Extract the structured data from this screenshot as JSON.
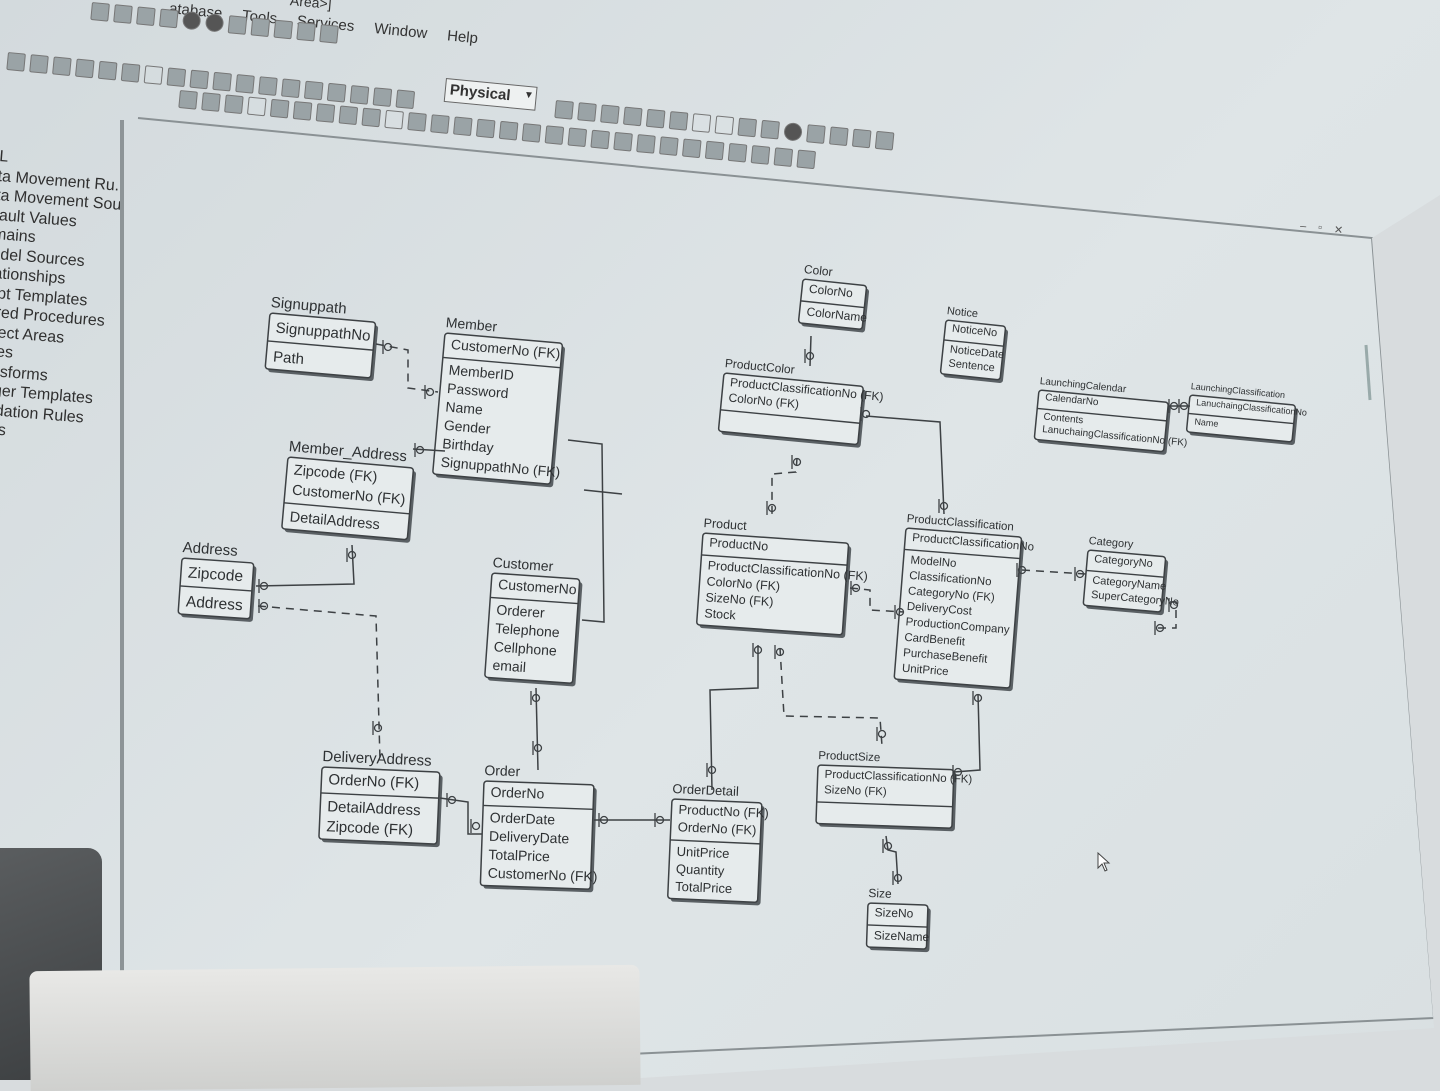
{
  "app": {
    "title_fragment": "Area>]",
    "menu": [
      "atabase",
      "Tools",
      "Services",
      "Window",
      "Help"
    ],
    "model_view": "Physical"
  },
  "explorer": {
    "items": [
      "L",
      "ta Movement Ru...",
      "ta Movement Sour",
      "fault Values",
      "mains",
      "odel Sources",
      "lationships",
      "ript Templates",
      "ored Procedures",
      "bject Areas",
      "bles",
      "ansforms",
      "igger Templates",
      "alidation Rules",
      "ews"
    ]
  },
  "diagram": {
    "entities": [
      {
        "name": "Signuppath",
        "keys": [
          "SignuppathNo"
        ],
        "attrs": [
          "Path"
        ]
      },
      {
        "name": "Member",
        "keys": [
          "CustomerNo (FK)"
        ],
        "attrs": [
          "MemberID",
          "Password",
          "Name",
          "Gender",
          "Birthday",
          "SignuppathNo (FK)"
        ]
      },
      {
        "name": "Member_Address",
        "keys": [
          "Zipcode (FK)",
          "CustomerNo (FK)"
        ],
        "attrs": [
          "DetailAddress"
        ]
      },
      {
        "name": "Address",
        "keys": [
          "Zipcode"
        ],
        "attrs": [
          "Address"
        ]
      },
      {
        "name": "Customer",
        "keys": [
          "CustomerNo"
        ],
        "attrs": [
          "Orderer",
          "Telephone",
          "Cellphone",
          "email"
        ]
      },
      {
        "name": "DeliveryAddress",
        "keys": [
          "OrderNo (FK)"
        ],
        "attrs": [
          "DetailAddress",
          "Zipcode (FK)"
        ]
      },
      {
        "name": "Order",
        "keys": [
          "OrderNo"
        ],
        "attrs": [
          "OrderDate",
          "DeliveryDate",
          "TotalPrice",
          "CustomerNo (FK)"
        ]
      },
      {
        "name": "OrderDetail",
        "keys": [
          "ProductNo (FK)",
          "OrderNo (FK)"
        ],
        "attrs": [
          "UnitPrice",
          "Quantity",
          "TotalPrice"
        ]
      },
      {
        "name": "Color",
        "keys": [
          "ColorNo"
        ],
        "attrs": [
          "ColorName"
        ]
      },
      {
        "name": "ProductColor",
        "keys": [
          "ProductClassificationNo (FK)",
          "ColorNo (FK)"
        ],
        "attrs": []
      },
      {
        "name": "Product",
        "keys": [
          "ProductNo"
        ],
        "attrs": [
          "ProductClassificationNo (FK)",
          "ColorNo (FK)",
          "SizeNo (FK)",
          "Stock"
        ]
      },
      {
        "name": "ProductClassification",
        "keys": [
          "ProductClassificationNo"
        ],
        "attrs": [
          "ModelNo",
          "ClassificationNo",
          "CategoryNo (FK)",
          "DeliveryCost",
          "ProductionCompany",
          "CardBenefit",
          "PurchaseBenefit",
          "UnitPrice"
        ]
      },
      {
        "name": "ProductSize",
        "keys": [
          "ProductClassificationNo (FK)",
          "SizeNo (FK)"
        ],
        "attrs": []
      },
      {
        "name": "Size",
        "keys": [
          "SizeNo"
        ],
        "attrs": [
          "SizeName"
        ]
      },
      {
        "name": "Notice",
        "keys": [
          "NoticeNo"
        ],
        "attrs": [
          "NoticeDate",
          "Sentence"
        ]
      },
      {
        "name": "LaunchingCalendar",
        "keys": [
          "CalendarNo"
        ],
        "attrs": [
          "Contents",
          "LanuchaingClassificationNo (FK)"
        ]
      },
      {
        "name": "LaunchingClassification",
        "keys": [
          "LanuchaingClassificationNo"
        ],
        "attrs": [
          "Name"
        ]
      },
      {
        "name": "Category",
        "keys": [
          "CategoryNo"
        ],
        "attrs": [
          "CategoryName",
          "SuperCategoryNo"
        ]
      }
    ]
  }
}
